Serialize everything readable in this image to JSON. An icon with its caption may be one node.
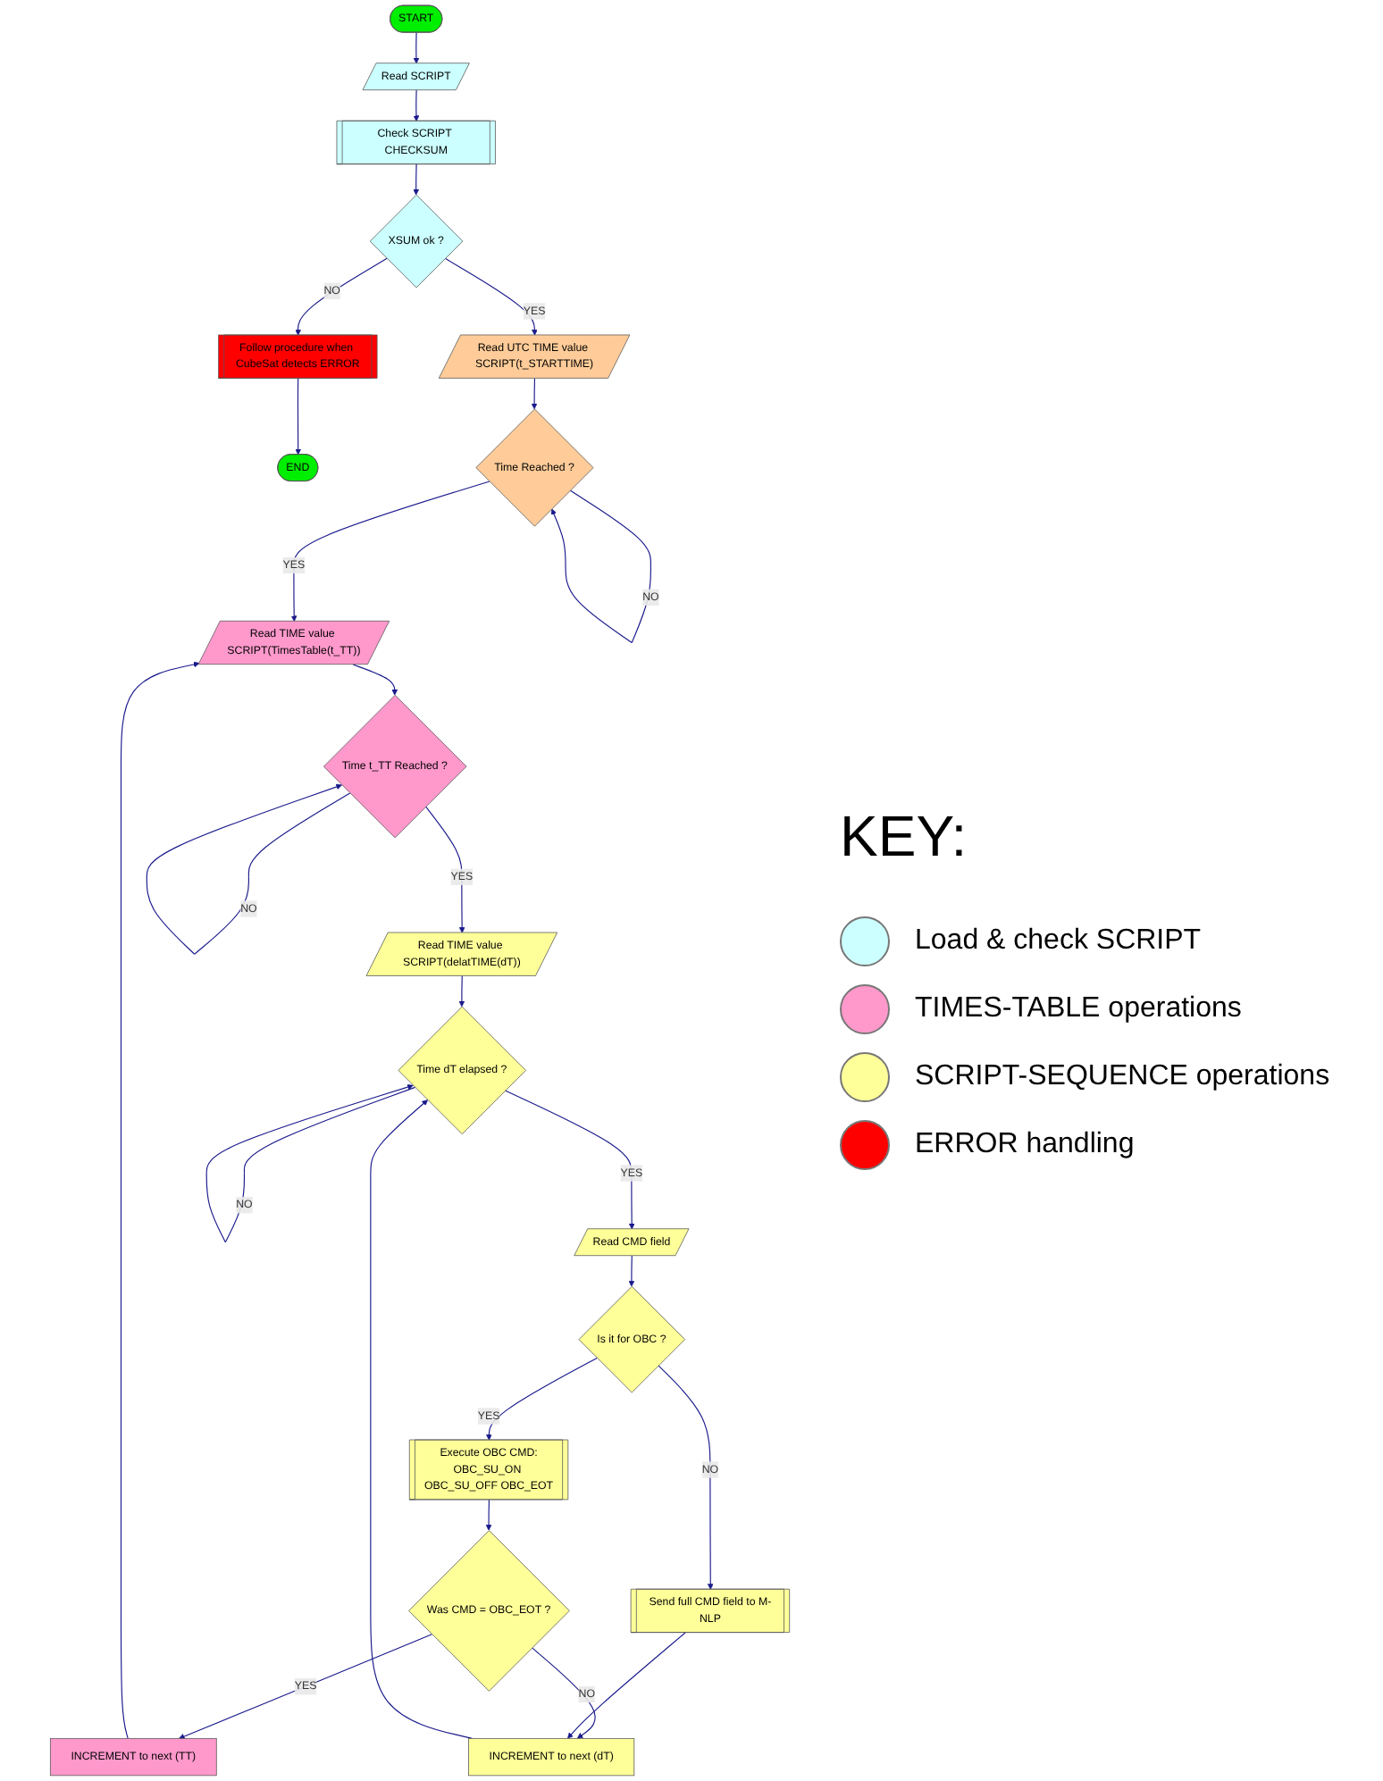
{
  "diagram": {
    "nodes": [
      {
        "text": [
          "START"
        ]
      },
      {
        "text": [
          "Read SCRIPT"
        ]
      },
      {
        "text": [
          "Check SCRIPT CHECKSUM"
        ]
      },
      {
        "text": [
          "XSUM ok ?"
        ]
      },
      {
        "text": [
          "Read UTC TIME value SCRIPT(t_STARTTIME)"
        ]
      },
      {
        "text": [
          "Follow procedure when CubeSat detects ERROR"
        ]
      },
      {
        "text": [
          "END"
        ]
      },
      {
        "text": [
          "Time Reached ?"
        ]
      },
      {
        "text": [
          "Read TIME value SCRIPT(TimesTable(t_TT))"
        ]
      },
      {
        "text": [
          "Time t_TT Reached ?"
        ]
      },
      {
        "text": [
          "Read TIME value SCRIPT(delatTIME(dT))"
        ]
      },
      {
        "text": [
          "Time dT elapsed ?"
        ]
      },
      {
        "text": [
          "Read CMD field"
        ]
      },
      {
        "text": [
          "Is it for OBC ?"
        ]
      },
      {
        "text": [
          "Execute OBC CMD:",
          "OBC_SU_ON OBC_SU_OFF OBC_EOT"
        ]
      },
      {
        "text": [
          "Send full CMD field to M-NLP"
        ]
      },
      {
        "text": [
          "Was CMD = OBC_EOT ?"
        ]
      },
      {
        "text": [
          "INCREMENT to next (TT)"
        ]
      },
      {
        "text": [
          "INCREMENT to next (dT)"
        ]
      }
    ],
    "edges": [
      {
        "from": 0,
        "to": 1,
        "arrow": "to"
      },
      {
        "from": 1,
        "to": 2,
        "arrow": "to"
      },
      {
        "from": 2,
        "to": 3,
        "arrow": "to"
      },
      {
        "from": 3,
        "to": 4,
        "label": "YES",
        "arrow": "to"
      },
      {
        "from": 3,
        "to": 5,
        "label": "NO",
        "arrow": "to"
      },
      {
        "from": 5,
        "to": 6,
        "arrow": "to"
      },
      {
        "from": 4,
        "to": 7,
        "arrow": "to"
      },
      {
        "from": 7,
        "to": 7,
        "label": "NO",
        "arrow": "to"
      },
      {
        "from": 7,
        "to": 8,
        "label": "YES",
        "arrow": "to"
      },
      {
        "from": 8,
        "to": 9,
        "arrow": "to"
      },
      {
        "from": 9,
        "to": 9,
        "label": "NO",
        "arrow": "to"
      },
      {
        "from": 9,
        "to": 10,
        "label": "YES",
        "arrow": "to"
      },
      {
        "from": 10,
        "to": 11,
        "arrow": "to"
      },
      {
        "from": 11,
        "to": 11,
        "label": "NO",
        "arrow": "to"
      },
      {
        "from": 11,
        "to": 12,
        "label": "YES",
        "arrow": "to"
      },
      {
        "from": 12,
        "to": 13,
        "arrow": "to"
      },
      {
        "from": 13,
        "to": 14,
        "label": "YES",
        "arrow": "to"
      },
      {
        "from": 13,
        "to": 15,
        "label": "NO",
        "arrow": "to"
      },
      {
        "from": 14,
        "to": 16,
        "arrow": "to"
      },
      {
        "from": 16,
        "to": 17,
        "label": "YES",
        "arrow": "to"
      },
      {
        "from": 16,
        "to": 18,
        "label": "NO",
        "arrow": "to"
      },
      {
        "from": 15,
        "to": 18,
        "arrow": "to"
      },
      {
        "from": 17,
        "to": 8,
        "arrow": "to"
      },
      {
        "from": 18,
        "to": 11,
        "arrow": "to"
      }
    ],
    "labels": [
      "KEY:"
    ],
    "legend": [
      {
        "text": "Load & check SCRIPT",
        "color": "#ccffff"
      },
      {
        "text": "TIMES-TABLE operations",
        "color": "#ff99cc"
      },
      {
        "text": "SCRIPT-SEQUENCE operations",
        "color": "#ffff99"
      },
      {
        "text": "ERROR handling",
        "color": "#ff0000"
      }
    ]
  }
}
